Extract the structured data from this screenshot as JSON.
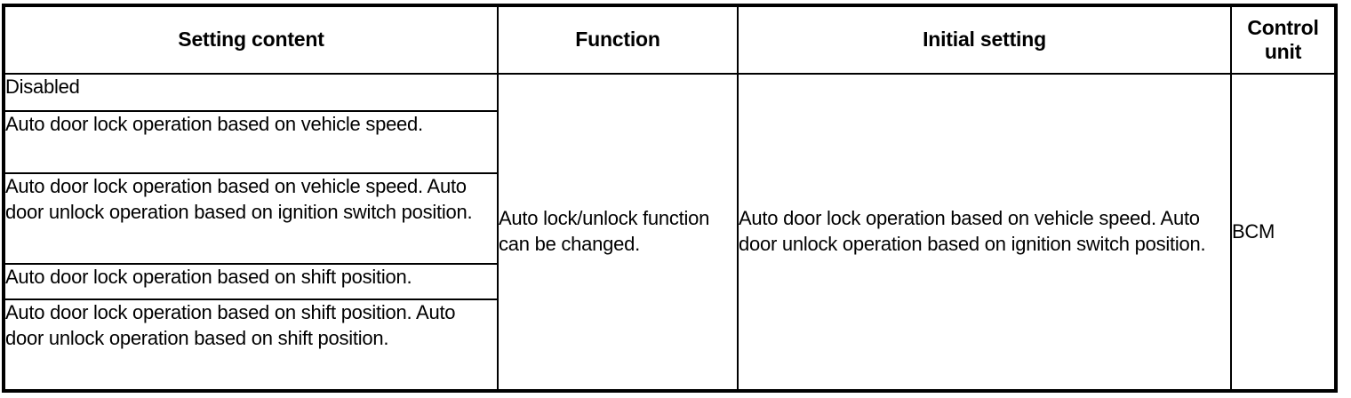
{
  "table": {
    "columns": [
      {
        "key": "setting_content",
        "header": "Setting content"
      },
      {
        "key": "function",
        "header": "Function"
      },
      {
        "key": "initial_setting",
        "header": "Initial setting"
      },
      {
        "key": "control_unit",
        "header": "Control unit"
      }
    ],
    "headers": {
      "setting_content": "Setting content",
      "function": "Function",
      "initial_setting": "Initial setting",
      "control_unit_line1": "Control",
      "control_unit_line2": "unit"
    },
    "setting_content_rows": [
      "Disabled",
      "Auto door lock operation based on vehicle speed.",
      "Auto door lock operation based on vehicle speed. Auto door unlock operation based on ignition switch position.",
      "Auto door lock operation based on shift position.",
      "Auto door lock operation based on shift position. Auto door unlock operation based on shift position."
    ],
    "function_value": "Auto lock/unlock function can be changed.",
    "initial_setting_value": "Auto door lock operation based on vehicle speed. Auto door unlock operation based on ignition switch position.",
    "control_unit_value": "BCM"
  },
  "colors": {
    "border": "#000000",
    "text": "#000000",
    "background": "#ffffff"
  }
}
